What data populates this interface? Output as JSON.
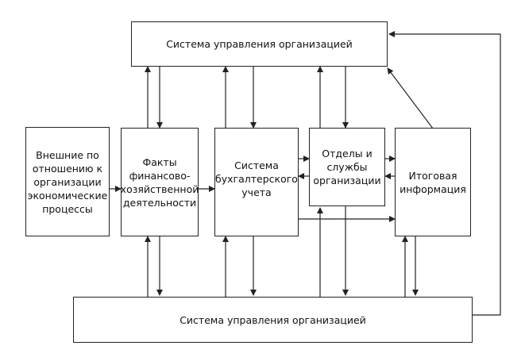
{
  "diagram": {
    "top_box": {
      "label": "Система управления организацией"
    },
    "bottom_box": {
      "label": "Система управления организацией"
    },
    "external_box": {
      "label": "Внешние по\nотношению к\nорганизации\nэкономические\nпроцессы"
    },
    "facts_box": {
      "label": "Факты\nфинансово-\nхозяйственной\nдеятельности"
    },
    "accounting_box": {
      "label": "Система\nбухгалтерского\nучета"
    },
    "departments_box": {
      "label": "Отделы и\nслужбы\nорганизации"
    },
    "summary_box": {
      "label": "Итоговая\nинформация"
    }
  }
}
